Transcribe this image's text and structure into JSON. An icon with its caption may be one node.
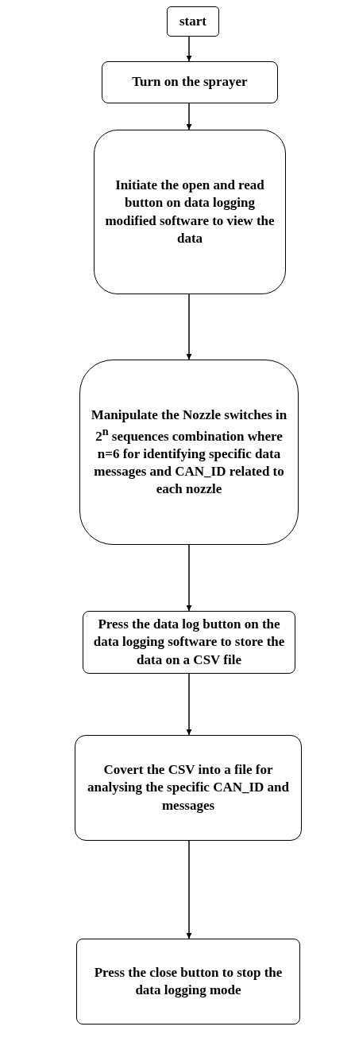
{
  "diagram": {
    "nodes": [
      {
        "text": [
          "start"
        ]
      },
      {
        "text": [
          "Turn on the sprayer"
        ]
      },
      {
        "text": [
          "Initiate the open and read button on data logging modified software to view the data"
        ]
      },
      {
        "text": [
          "Manipulate the Nozzle switches in 2$^{n}$ sequences combination where n=6 for identifying specific data messages and CAN_ID related to each nozzle"
        ]
      },
      {
        "text": [
          "Press the data log button on the data logging software to store the data on a CSV file"
        ]
      },
      {
        "text": [
          "Covert the CSV into a file for analysing the specific CAN_ID and messages"
        ]
      },
      {
        "text": [
          "Press the close button to stop the data logging mode"
        ]
      }
    ],
    "edges": [
      {
        "from": 0,
        "to": 1,
        "arrow": "to"
      },
      {
        "from": 1,
        "to": 2,
        "arrow": "to"
      },
      {
        "from": 2,
        "to": 3,
        "arrow": "to"
      },
      {
        "from": 3,
        "to": 4,
        "arrow": "to"
      },
      {
        "from": 4,
        "to": 5,
        "arrow": "to"
      },
      {
        "from": 5,
        "to": 6,
        "arrow": "to"
      }
    ]
  }
}
